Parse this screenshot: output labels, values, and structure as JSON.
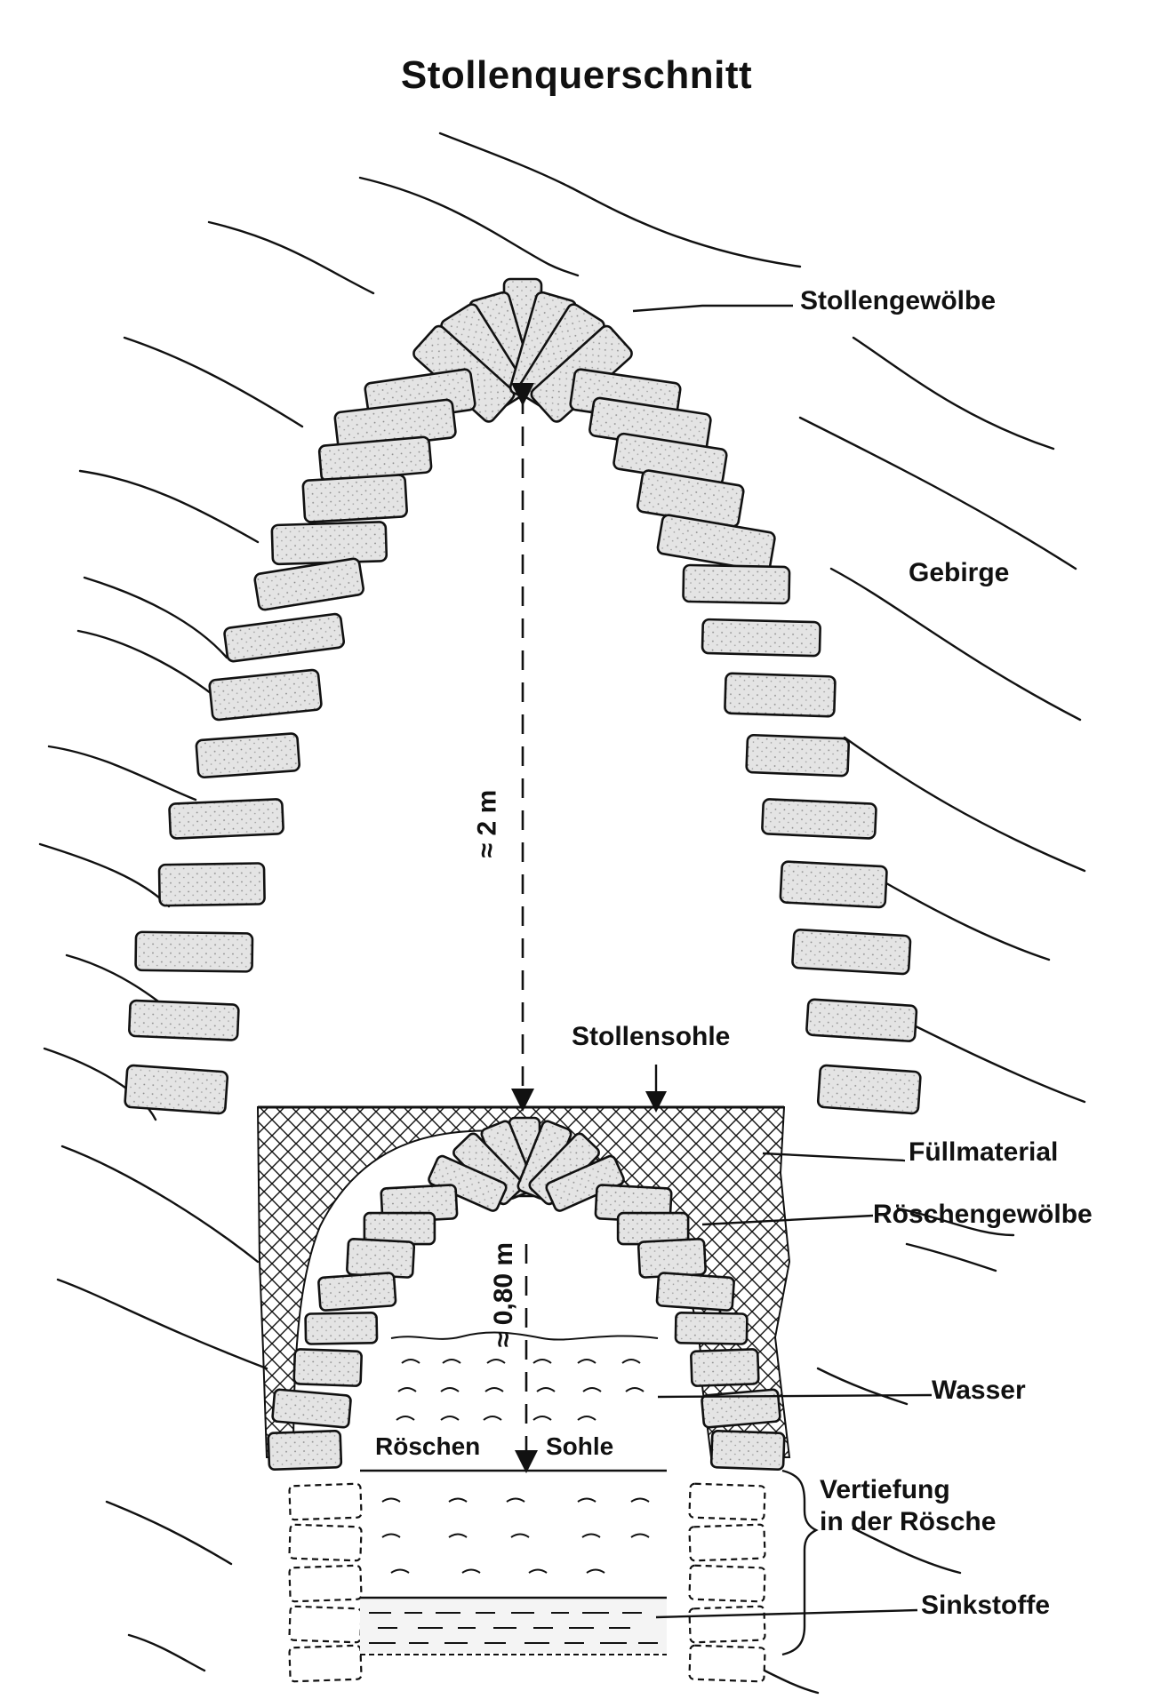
{
  "title": "Stollenquerschnitt",
  "labels": {
    "stollengewoelbe": "Stollengewölbe",
    "gebirge": "Gebirge",
    "stollensohle": "Stollensohle",
    "fuellmaterial": "Füllmaterial",
    "roeschengewoelbe": "Röschengewölbe",
    "wasser": "Wasser",
    "roeschen": "Röschen",
    "sohle": "Sohle",
    "vertiefung_line1": "Vertiefung",
    "vertiefung_line2": "in der Rösche",
    "sinkstoffe": "Sinkstoffe"
  },
  "dimensions": {
    "stollen_height": "≈ 2 m",
    "roeschen_height": "≈ 0,80 m"
  },
  "colors": {
    "ink": "#111111",
    "stone_fill": "#e6e6e6",
    "background": "#ffffff"
  }
}
